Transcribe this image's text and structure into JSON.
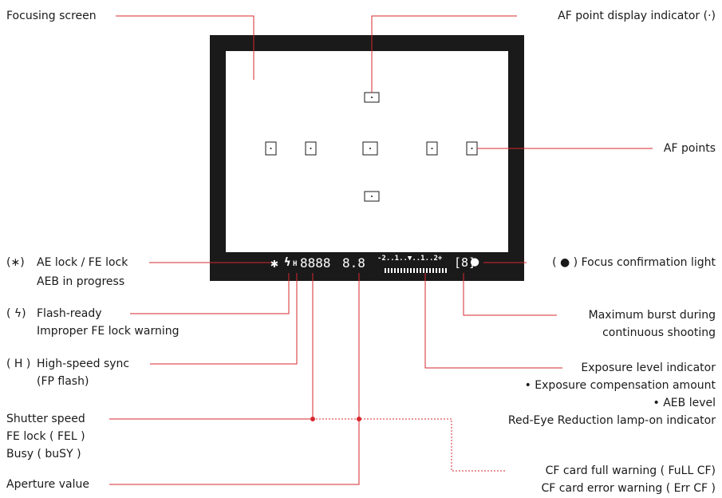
{
  "labels": {
    "focusing_screen": "Focusing screen",
    "af_display_indicator": "AF point display indicator (·)",
    "af_points": "AF points",
    "ae_lock_symbol": "(∗)",
    "ae_lock_1": "AE lock / FE lock",
    "ae_lock_2": "AEB in progress",
    "flash_ready_symbol": "( ϟ)",
    "flash_ready_1": "Flash-ready",
    "flash_ready_2": "Improper FE lock warning",
    "hss_symbol": "( H )",
    "hss_1": "High-speed sync",
    "hss_2": "(FP flash)",
    "shutter_1": "Shutter speed",
    "shutter_2": "FE lock ( FEL )",
    "shutter_3": "Busy ( buSY )",
    "aperture": "Aperture value",
    "focus_confirm": "( ● ) Focus confirmation light",
    "max_burst_1": "Maximum burst during",
    "max_burst_2": "continuous shooting",
    "exposure_1": "Exposure level indicator",
    "exposure_2": "• Exposure compensation amount",
    "exposure_3": "• AEB level",
    "exposure_4": "Red-Eye Reduction lamp-on indicator",
    "cf_full": "CF card full warning ( FuLL  CF)",
    "cf_error": "CF card error warning ( Err  CF )"
  },
  "lcd": {
    "ae_star": "✱",
    "flash": "ϟ",
    "hss": "H",
    "shutter_digits": "8888",
    "aperture_digits": "8.8",
    "scale": "-2..1..▼..1..2+",
    "burst": "[8]",
    "focus_dot": "●"
  },
  "colors": {
    "leader": "#d7282f",
    "frame": "#1a1a1a",
    "text": "#1a1a1a"
  }
}
